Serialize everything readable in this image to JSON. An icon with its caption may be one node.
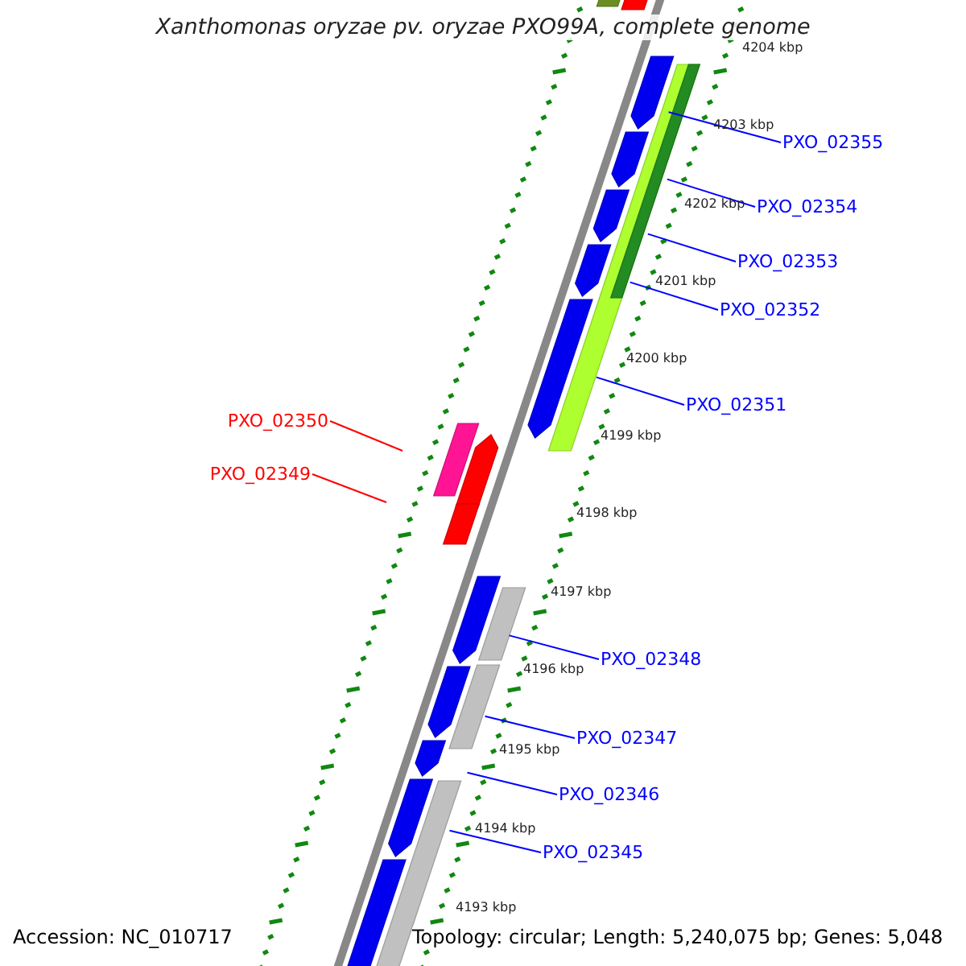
{
  "diagram": {
    "title": "Xanthomonas oryzae pv. oryzae PXO99A, complete genome",
    "nodes": [
      {
        "text": [
          "PXO_02355"
        ]
      },
      {
        "text": [
          "PXO_02354"
        ]
      },
      {
        "text": [
          "PXO_02353"
        ]
      },
      {
        "text": [
          "PXO_02352"
        ]
      },
      {
        "text": [
          "PXO_02351"
        ]
      },
      {
        "text": [
          "PXO_02350"
        ]
      },
      {
        "text": [
          "PXO_02349"
        ]
      },
      {
        "text": [
          "PXO_02348"
        ]
      },
      {
        "text": [
          "PXO_02347"
        ]
      },
      {
        "text": [
          "PXO_02346"
        ]
      },
      {
        "text": [
          "PXO_02345"
        ]
      }
    ],
    "edges": [
      {
        "from": 0,
        "to": null,
        "arrow": "none"
      },
      {
        "from": 1,
        "to": null,
        "arrow": "none"
      },
      {
        "from": 2,
        "to": null,
        "arrow": "none"
      },
      {
        "from": 3,
        "to": null,
        "arrow": "none"
      },
      {
        "from": 4,
        "to": null,
        "arrow": "none"
      },
      {
        "from": 5,
        "to": null,
        "arrow": "none",
        "color": "#ff0000"
      },
      {
        "from": 6,
        "to": null,
        "arrow": "none",
        "color": "#ff0000"
      },
      {
        "from": 7,
        "to": null,
        "arrow": "none"
      },
      {
        "from": 8,
        "to": null,
        "arrow": "none"
      },
      {
        "from": 9,
        "to": null,
        "arrow": "none"
      },
      {
        "from": 10,
        "to": null,
        "arrow": "none"
      }
    ],
    "labels": [
      "4204 kbp",
      "4203 kbp",
      "4202 kbp",
      "4201 kbp",
      "4200 kbp",
      "4199 kbp",
      "4198 kbp",
      "4197 kbp",
      "4196 kbp",
      "4195 kbp",
      "4194 kbp",
      "4193 kbp",
      "Accession: NC_010717",
      "Topology: circular; Length: 5,240,075 bp; Genes: 5,048"
    ]
  }
}
